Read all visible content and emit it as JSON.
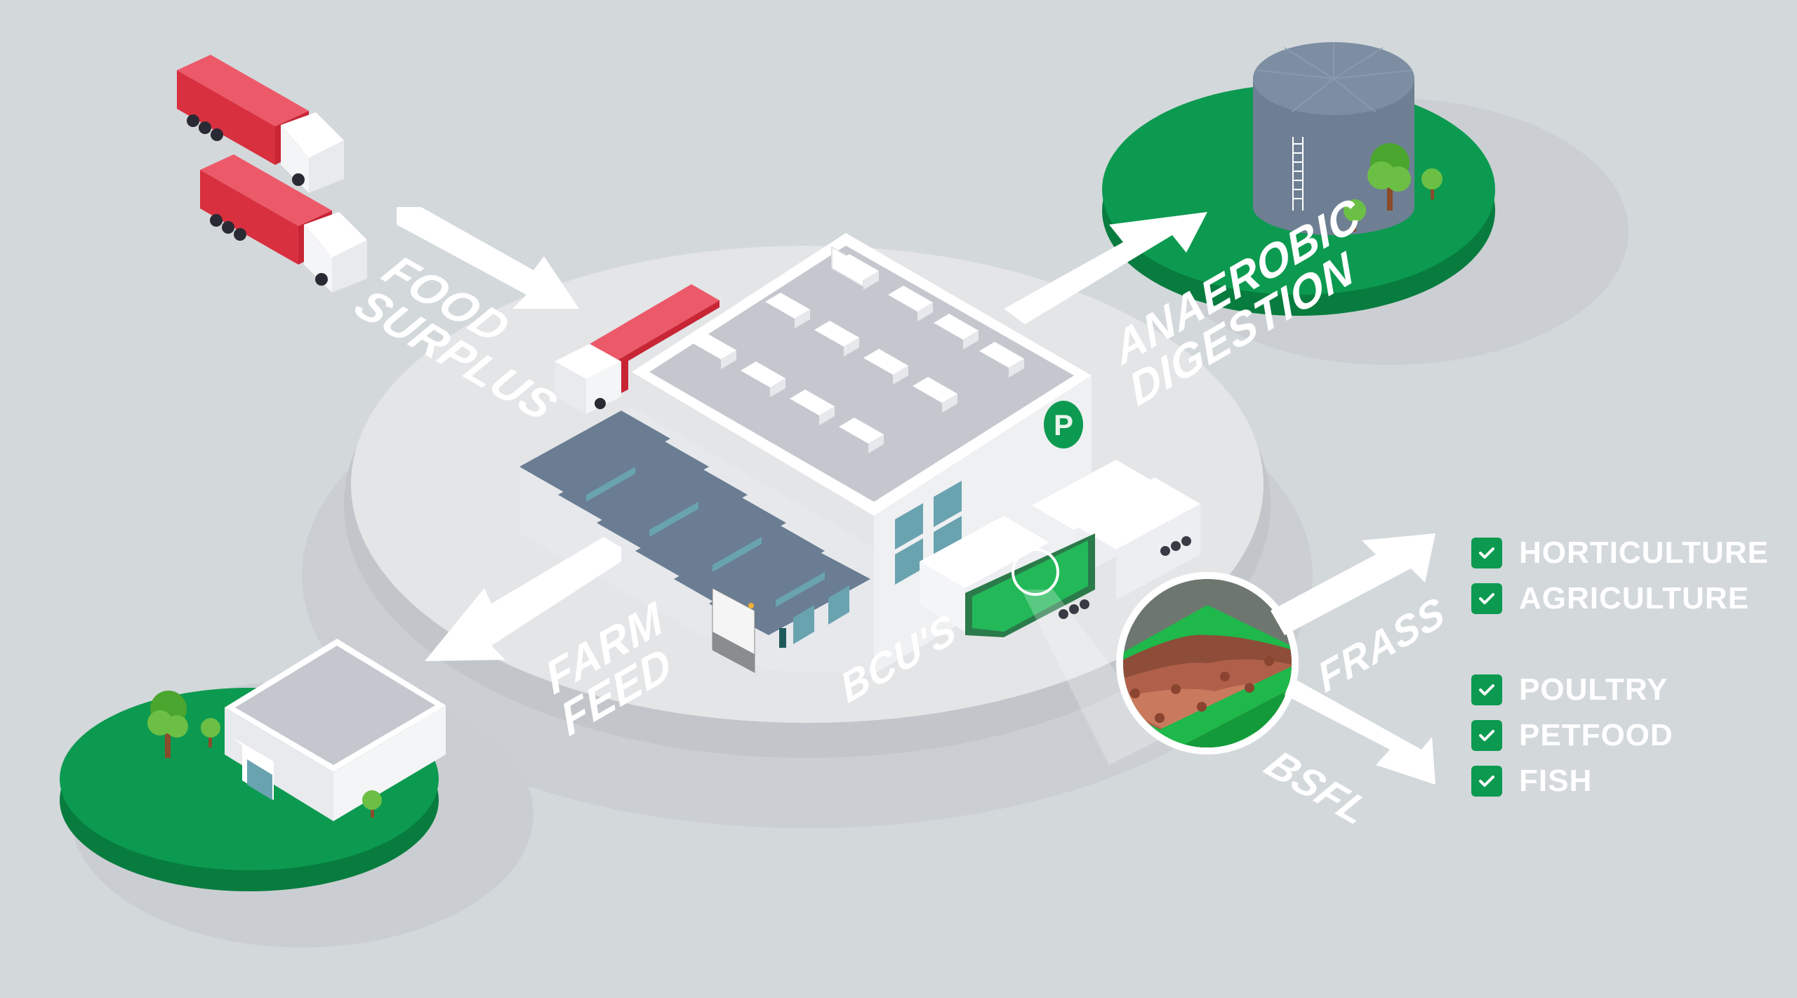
{
  "diagram": {
    "title": "Food surplus to insect protein process",
    "colors": {
      "background": "#d3d8db",
      "platform": "#e3e5e7",
      "platform_shadow": "#c9cdd1",
      "green": "#0c9a50",
      "green_dark": "#087c3e",
      "truck_red": "#e03848",
      "roof_slate": "#6a7d92",
      "tank": "#6e7f93",
      "arrow": "#ffffff",
      "frass_soil": "#b5654a"
    },
    "nodes": [
      {
        "id": "trucks",
        "label": "Delivery trucks (x2)"
      },
      {
        "id": "factory",
        "label": "Processing facility",
        "logo": "P"
      },
      {
        "id": "digester",
        "label": "Anaerobic digester tank"
      },
      {
        "id": "farm",
        "label": "Farm building"
      },
      {
        "id": "bcus",
        "label": "BCU trailers"
      },
      {
        "id": "magnifier",
        "label": "Larvae/frass close-up"
      }
    ],
    "flows": [
      {
        "id": "food_surplus",
        "line1": "FOOD",
        "line2": "SURPLUS",
        "from": "trucks",
        "to": "factory"
      },
      {
        "id": "anaerobic_digestion",
        "line1": "ANAEROBIC",
        "line2": "DIGESTION",
        "from": "factory",
        "to": "digester"
      },
      {
        "id": "farm_feed",
        "line1": "FARM",
        "line2": "FEED",
        "from": "factory",
        "to": "farm"
      },
      {
        "id": "bcus",
        "line1": "BCU'S",
        "line2": ""
      },
      {
        "id": "frass",
        "line1": "FRASS",
        "line2": "",
        "from": "bcus",
        "to": "frass_uses"
      },
      {
        "id": "bsfl",
        "line1": "BSFL",
        "line2": "",
        "from": "bcus",
        "to": "bsfl_uses"
      }
    ]
  },
  "legend": {
    "frass_uses": [
      "HORTICULTURE",
      "AGRICULTURE"
    ],
    "bsfl_uses": [
      "POULTRY",
      "PETFOOD",
      "FISH"
    ],
    "check_icon": "checkmark-icon"
  }
}
